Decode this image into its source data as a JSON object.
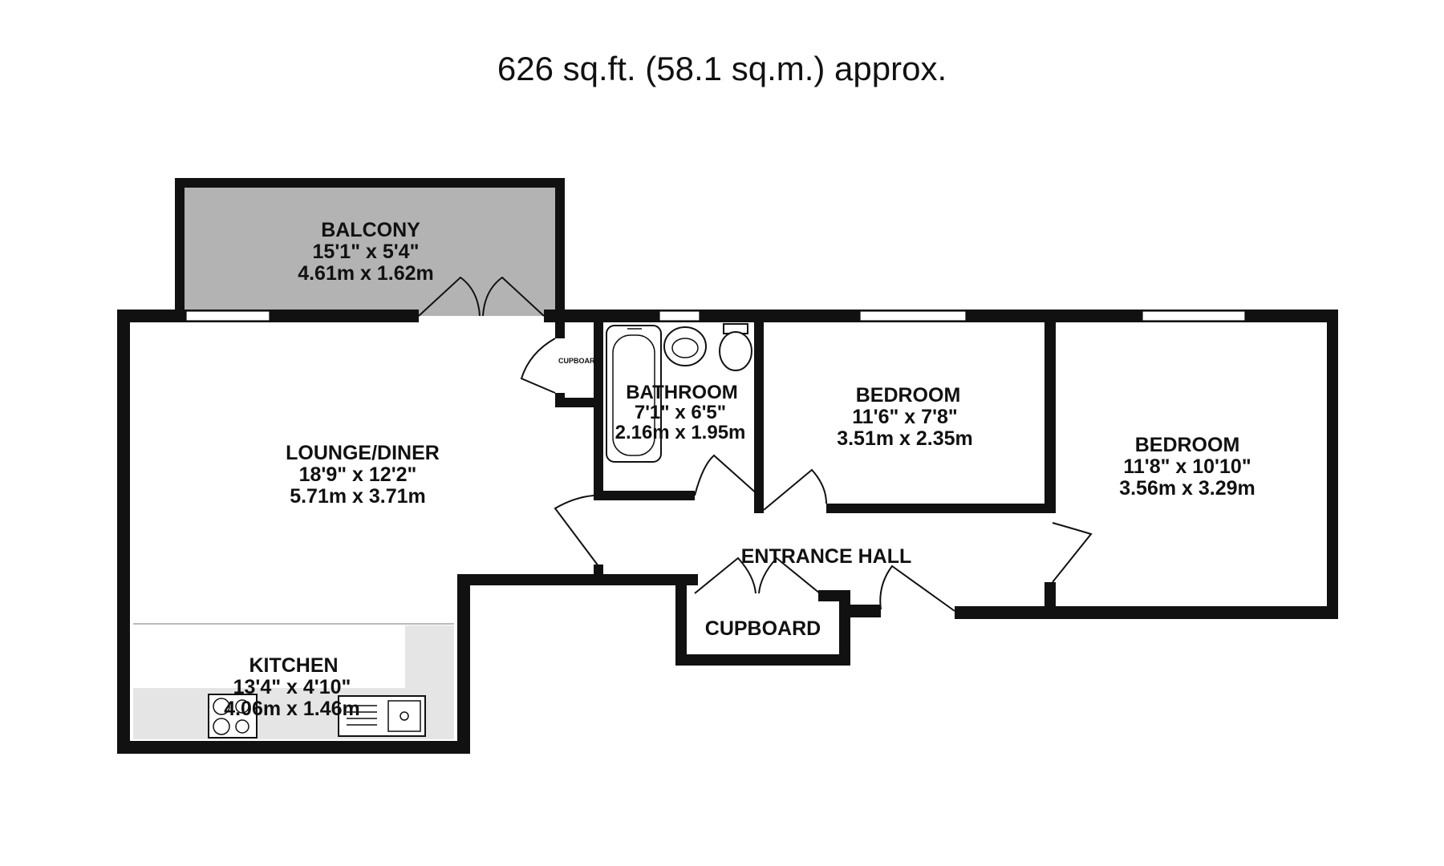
{
  "header": {
    "area": "626 sq.ft. (58.1 sq.m.) approx."
  },
  "rooms": {
    "balcony": {
      "name": "BALCONY",
      "imperial": "15'1\"  x 5'4\"",
      "metric": "4.61m  x 1.62m"
    },
    "lounge": {
      "name": "LOUNGE/DINER",
      "imperial": "18'9\"  x 12'2\"",
      "metric": "5.71m  x 3.71m"
    },
    "kitchen": {
      "name": "KITCHEN",
      "imperial": "13'4\"  x 4'10\"",
      "metric": "4.06m  x 1.46m"
    },
    "bathroom": {
      "name": "BATHROOM",
      "imperial": "7'1\"  x 6'5\"",
      "metric": "2.16m  x 1.95m"
    },
    "bedroom1": {
      "name": "BEDROOM",
      "imperial": "11'6\"  x 7'8\"",
      "metric": "3.51m  x 2.35m"
    },
    "bedroom2": {
      "name": "BEDROOM",
      "imperial": "11'8\"  x 10'10\"",
      "metric": "3.56m  x 3.29m"
    },
    "hall": {
      "name": "ENTRANCE HALL"
    },
    "cupboard": {
      "name": "CUPBOARD"
    },
    "cupboard_small": {
      "name": "CUPBOARD"
    }
  },
  "colors": {
    "wall": "#111111",
    "balcony_fill": "#b3b3b3",
    "kitchen_counter": "#e5e5e5",
    "background": "#ffffff"
  }
}
